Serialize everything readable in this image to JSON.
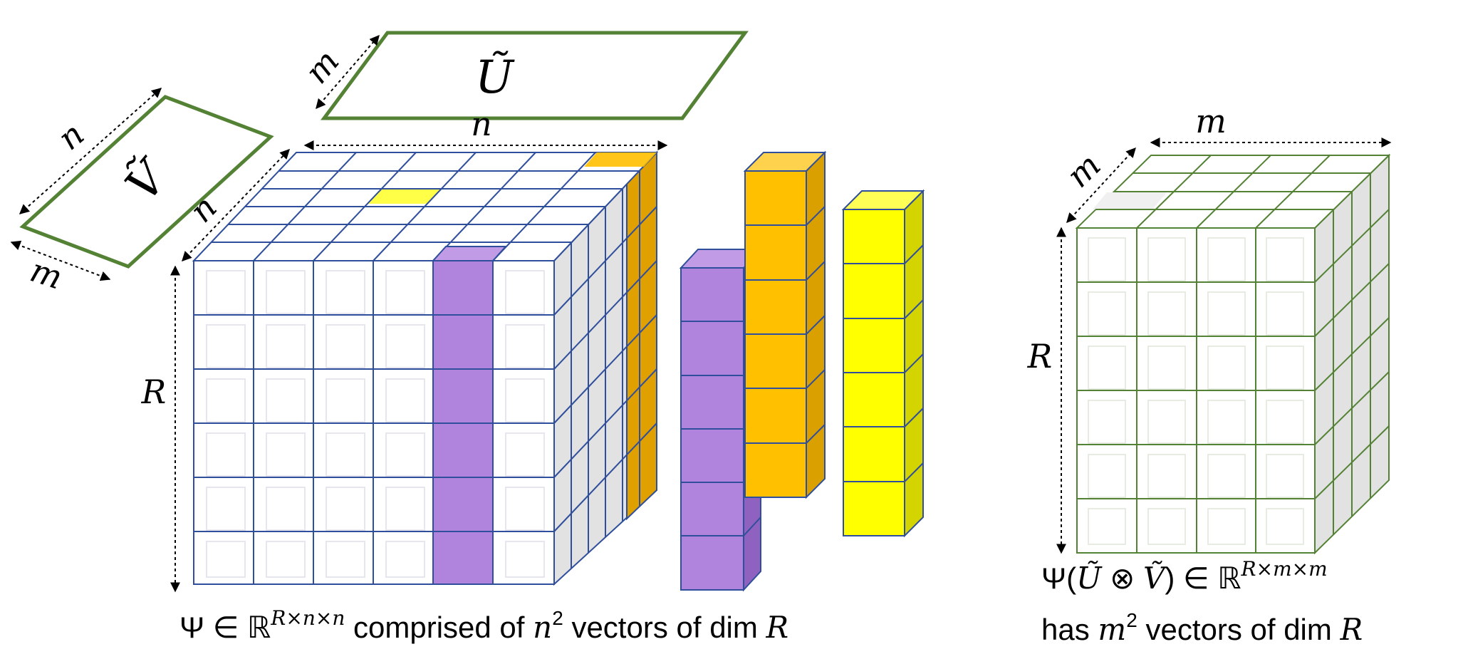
{
  "labels": {
    "u_tilde": "Ũ",
    "v_tilde": "Ṽ",
    "u_dim": "m",
    "u_top": "n",
    "cube_depth": "n",
    "v_n": "n",
    "v_m": "m",
    "cube_height": "R",
    "right_width": "m",
    "right_depth": "m",
    "right_height": "R"
  },
  "captions": {
    "left": {
      "psi": "Ψ ∈ ℝ",
      "sup": "R×n×n",
      "text1": " comprised of ",
      "nsym": "n",
      "two": "2",
      "text2": " vectors of dim ",
      "R": "R"
    },
    "right_line1": {
      "psi": "Ψ(",
      "U": "Ũ",
      "otimes": " ⊗ ",
      "V": "Ṽ",
      "rest": ") ∈ ℝ",
      "sup": "R×m×m"
    },
    "right_line2": {
      "has": "has ",
      "m": "m",
      "two": "2",
      "text": " vectors of dim ",
      "R": "R"
    }
  },
  "colors": {
    "blue_grid": "#2F4E9C",
    "green_grid": "#548235",
    "green_frame": "#548235",
    "purple": "#B084DC",
    "orange": "#FFC000",
    "yellow": "#FFFF00",
    "face_gray": "#D9D9D9"
  }
}
